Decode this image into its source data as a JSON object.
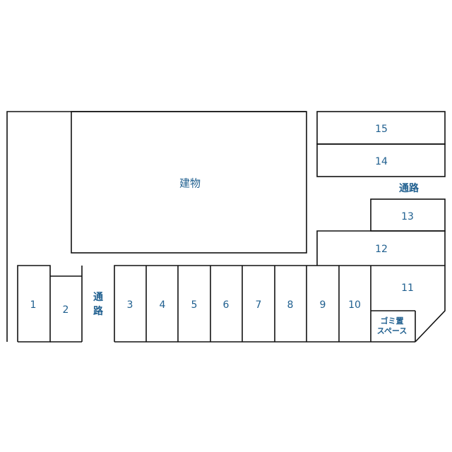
{
  "map": {
    "building_label": "建物",
    "aisle_label": "通路",
    "aisle_label_vertical": "通\n路",
    "garbage_label": "ゴミ置\nスペース",
    "spaces": [
      "1",
      "2",
      "3",
      "4",
      "5",
      "6",
      "7",
      "8",
      "9",
      "10",
      "11",
      "12",
      "13",
      "14",
      "15"
    ]
  }
}
